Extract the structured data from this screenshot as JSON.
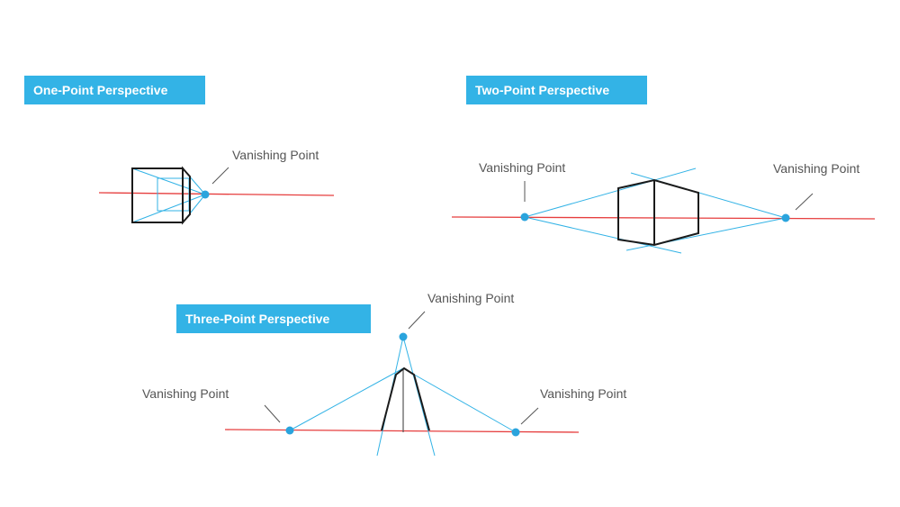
{
  "colors": {
    "banner": "#33b3e6",
    "horizon": "#e63e3e",
    "guide": "#33b3e6",
    "point": "#2aa4dd",
    "outline": "#1b1b1b",
    "leader": "#555555"
  },
  "panels": {
    "one_point": {
      "title": "One-Point Perspective",
      "labels": [
        "Vanishing Point"
      ]
    },
    "two_point": {
      "title": "Two-Point Perspective",
      "labels": [
        "Vanishing Point",
        "Vanishing Point"
      ]
    },
    "three_point": {
      "title": "Three-Point Perspective",
      "labels": [
        "Vanishing Point",
        "Vanishing Point",
        "Vanishing Point"
      ]
    }
  }
}
